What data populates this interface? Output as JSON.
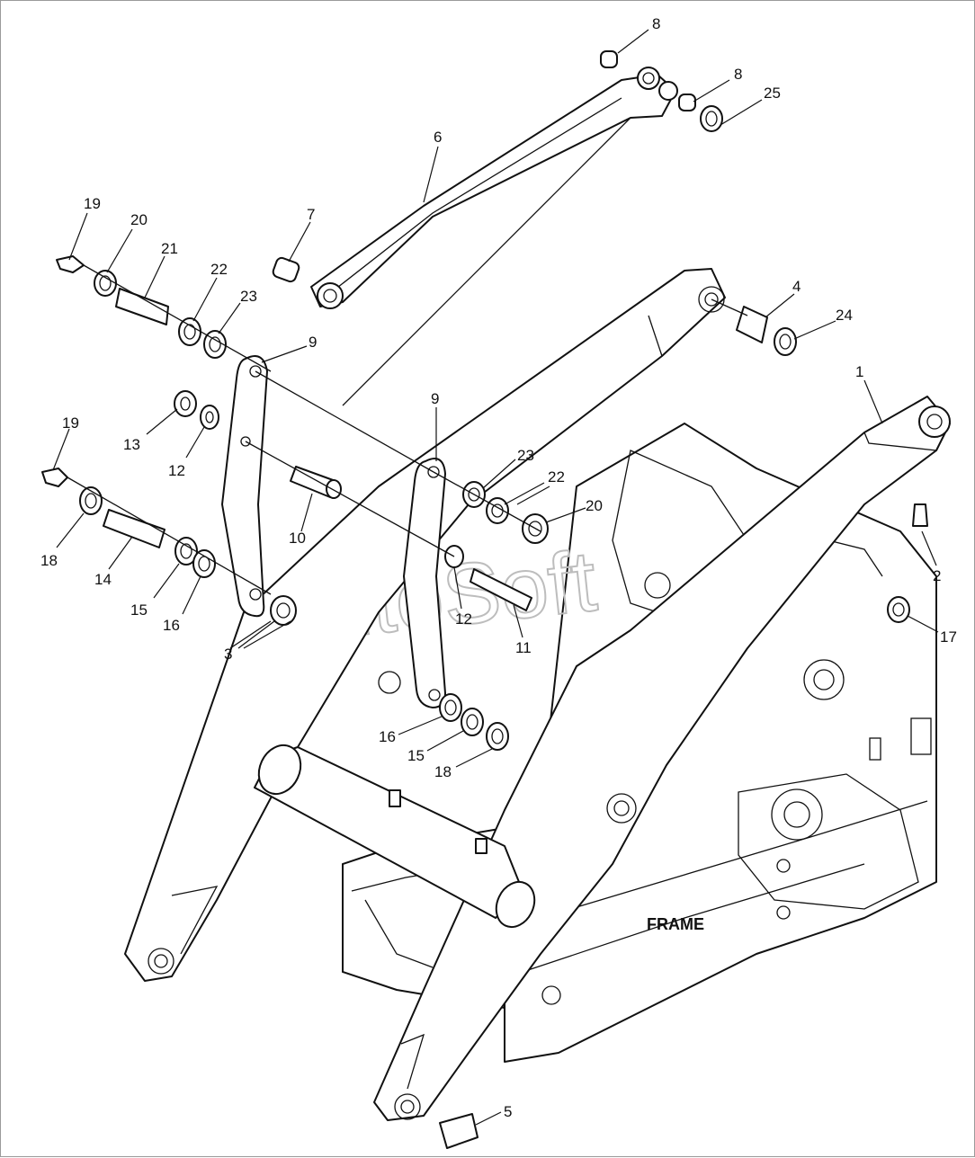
{
  "watermark": "AutoSoft",
  "frame_label": "FRAME",
  "callouts": [
    {
      "id": "c8a",
      "text": "8"
    },
    {
      "id": "c8b",
      "text": "8"
    },
    {
      "id": "c25",
      "text": "25"
    },
    {
      "id": "c6",
      "text": "6"
    },
    {
      "id": "c7",
      "text": "7"
    },
    {
      "id": "c19a",
      "text": "19"
    },
    {
      "id": "c20a",
      "text": "20"
    },
    {
      "id": "c21",
      "text": "21"
    },
    {
      "id": "c22a",
      "text": "22"
    },
    {
      "id": "c23a",
      "text": "23"
    },
    {
      "id": "c9a",
      "text": "9"
    },
    {
      "id": "c4",
      "text": "4"
    },
    {
      "id": "c24",
      "text": "24"
    },
    {
      "id": "c1",
      "text": "1"
    },
    {
      "id": "c13",
      "text": "13"
    },
    {
      "id": "c12a",
      "text": "12"
    },
    {
      "id": "c9b",
      "text": "9"
    },
    {
      "id": "c23b",
      "text": "23"
    },
    {
      "id": "c22b",
      "text": "22"
    },
    {
      "id": "c20b",
      "text": "20"
    },
    {
      "id": "c19b",
      "text": "19"
    },
    {
      "id": "c18a",
      "text": "18"
    },
    {
      "id": "c14",
      "text": "14"
    },
    {
      "id": "c15a",
      "text": "15"
    },
    {
      "id": "c16a",
      "text": "16"
    },
    {
      "id": "c10",
      "text": "10"
    },
    {
      "id": "c3",
      "text": "3"
    },
    {
      "id": "c12b",
      "text": "12"
    },
    {
      "id": "c11",
      "text": "11"
    },
    {
      "id": "c2",
      "text": "2"
    },
    {
      "id": "c17",
      "text": "17"
    },
    {
      "id": "c16b",
      "text": "16"
    },
    {
      "id": "c15b",
      "text": "15"
    },
    {
      "id": "c18b",
      "text": "18"
    },
    {
      "id": "c5",
      "text": "5"
    }
  ]
}
